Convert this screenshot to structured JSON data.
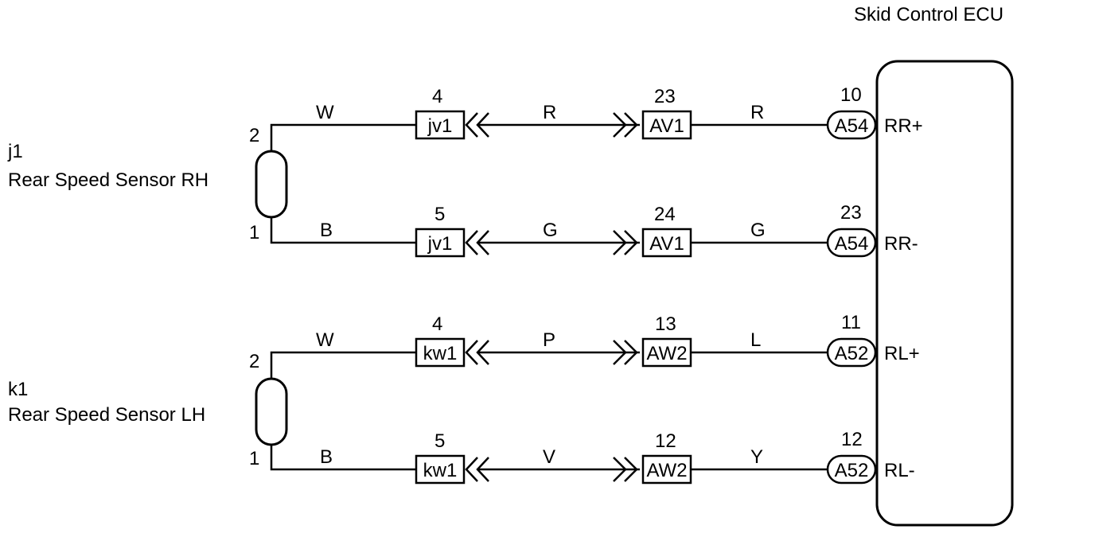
{
  "ecu": {
    "title": "Skid Control ECU"
  },
  "sensors": [
    {
      "id": "j1",
      "name": "Rear Speed Sensor RH",
      "pin_top": "2",
      "pin_bottom": "1"
    },
    {
      "id": "k1",
      "name": "Rear Speed Sensor LH",
      "pin_top": "2",
      "pin_bottom": "1"
    }
  ],
  "circuits": [
    {
      "sensor_wire": "W",
      "conn1": {
        "pin": "4",
        "name": "jv1"
      },
      "mid_wire": "R",
      "conn2": {
        "pin": "23",
        "name": "AV1"
      },
      "ecu_wire": "R",
      "ecu_conn": {
        "pin": "10",
        "name": "A54"
      },
      "terminal": "RR+"
    },
    {
      "sensor_wire": "B",
      "conn1": {
        "pin": "5",
        "name": "jv1"
      },
      "mid_wire": "G",
      "conn2": {
        "pin": "24",
        "name": "AV1"
      },
      "ecu_wire": "G",
      "ecu_conn": {
        "pin": "23",
        "name": "A54"
      },
      "terminal": "RR-"
    },
    {
      "sensor_wire": "W",
      "conn1": {
        "pin": "4",
        "name": "kw1"
      },
      "mid_wire": "P",
      "conn2": {
        "pin": "13",
        "name": "AW2"
      },
      "ecu_wire": "L",
      "ecu_conn": {
        "pin": "11",
        "name": "A52"
      },
      "terminal": "RL+"
    },
    {
      "sensor_wire": "B",
      "conn1": {
        "pin": "5",
        "name": "kw1"
      },
      "mid_wire": "V",
      "conn2": {
        "pin": "12",
        "name": "AW2"
      },
      "ecu_wire": "Y",
      "ecu_conn": {
        "pin": "12",
        "name": "A52"
      },
      "terminal": "RL-"
    }
  ]
}
